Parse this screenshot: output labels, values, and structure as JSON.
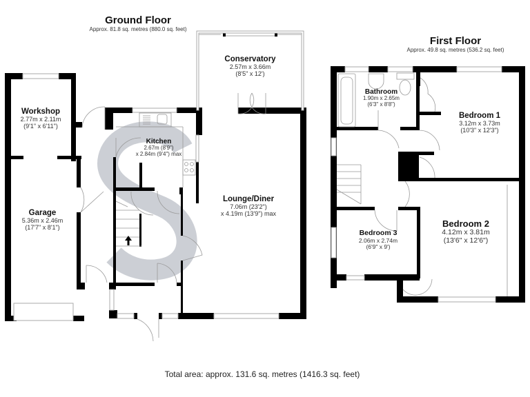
{
  "ground_floor": {
    "title": "Ground Floor",
    "area": "Approx. 81.8 sq. metres (880.0 sq. feet)",
    "rooms": [
      {
        "name": "Workshop",
        "dim1": "2.77m x 2.11m",
        "dim2": "(9'1\" x 6'11\")"
      },
      {
        "name": "Garage",
        "dim1": "5.36m x 2.46m",
        "dim2": "(17'7\" x 8'1\")"
      },
      {
        "name": "Kitchen",
        "dim1": "2.67m (8'9\")",
        "dim2": "x 2.84m (9'4\") max"
      },
      {
        "name": "Conservatory",
        "dim1": "2.57m x 3.66m",
        "dim2": "(8'5\" x 12')"
      },
      {
        "name": "Lounge/Diner",
        "dim1": "7.06m (23'2\")",
        "dim2": "x 4.19m (13'9\") max"
      }
    ]
  },
  "first_floor": {
    "title": "First Floor",
    "area": "Approx. 49.8 sq. metres (536.2 sq. feet)",
    "rooms": [
      {
        "name": "Bathroom",
        "dim1": "1.90m x 2.65m",
        "dim2": "(6'3\" x 8'8\")"
      },
      {
        "name": "Bedroom 1",
        "dim1": "3.12m x 3.73m",
        "dim2": "(10'3\" x 12'3\")"
      },
      {
        "name": "Bedroom 3",
        "dim1": "2.06m x 2.74m",
        "dim2": "(6'9\" x 9')"
      },
      {
        "name": "Bedroom 2",
        "dim1": "4.12m x 3.81m",
        "dim2": "(13'6\" x 12'6\")"
      }
    ]
  },
  "total_area": "Total area: approx. 131.6 sq. metres (1416.3 sq. feet)",
  "icons": {
    "stairs_arrow": "arrow-up",
    "watermark": "letter-s-logo"
  },
  "colors": {
    "wall": "#000000",
    "window": "#bdbdbd",
    "door_arc": "#9a9a9a",
    "watermark": "#c9ccd3"
  }
}
